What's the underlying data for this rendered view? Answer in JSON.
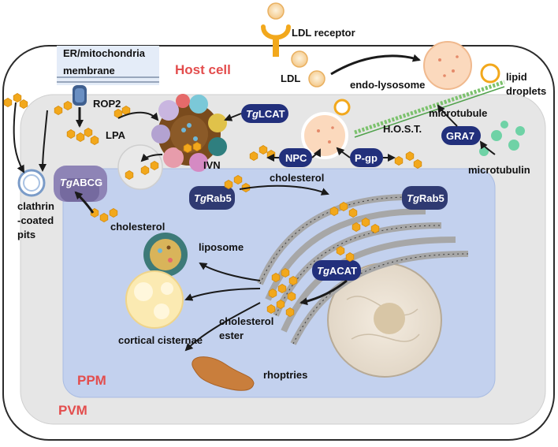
{
  "labels": {
    "ldl_receptor": "LDL receptor",
    "er_mito_1": "ER/mitochondria",
    "er_mito_2": "membrane",
    "host_cell": "Host cell",
    "ldl": "LDL",
    "endo_lysosome": "endo-lysosome",
    "lipid_1": "lipid",
    "lipid_2": "droplets",
    "rop2": "ROP2",
    "microtubule": "microtubule",
    "host": "H.O.S.T.",
    "gra7": "GRA7",
    "microtubulin": "microtubulin",
    "lpa": "LPA",
    "ivn": "IVN",
    "npc": "NPC",
    "pgp": "P-gp",
    "tg_prefix": "Tg",
    "lcat": "LCAT",
    "abcg": "ABCG",
    "rab5": "Rab5",
    "acat": "ACAT",
    "clathrin_1": "clathrin",
    "clathrin_2": "-coated",
    "clathrin_3": "pits",
    "cholesterol_top": "cholesterol",
    "cholesterol_left": "cholesterol",
    "liposome": "liposome",
    "cortical": "cortical cisternae",
    "chol_ester_1": "cholesterol",
    "chol_ester_2": "ester",
    "rhoptries": "rhoptries",
    "ppm": "PPM",
    "pvm": "PVM"
  },
  "colors": {
    "host_membrane": "#2b2b2b",
    "pvm_fill": "#e6e6e6",
    "parasite_fill": "#c3d1ee",
    "protein_navy": "#22307c",
    "cholesterol_gold": "#f2a81c",
    "red_label": "#e34d4d",
    "abcg_purple": "#8e84b6"
  }
}
